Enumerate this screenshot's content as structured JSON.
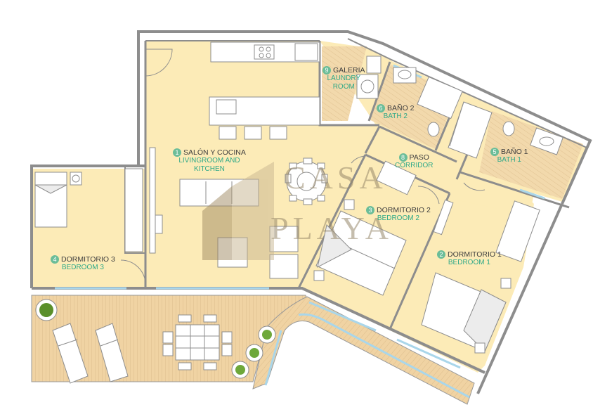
{
  "watermark": {
    "line1": "CASA",
    "line2": "PLAYA"
  },
  "rooms": [
    {
      "id": "salon",
      "num": "1",
      "es": "SALÓN Y COCINA",
      "en1": "LIVINGROOM AND",
      "en2": "KITCHEN"
    },
    {
      "id": "dorm1",
      "num": "2",
      "es": "DORMITORIO 1",
      "en1": "BEDROOM 1",
      "en2": ""
    },
    {
      "id": "dorm2",
      "num": "3",
      "es": "DORMITORIO 2",
      "en1": "BEDROOM 2",
      "en2": ""
    },
    {
      "id": "dorm3",
      "num": "4",
      "es": "DORMITORIO 3",
      "en1": "BEDROOM 3",
      "en2": ""
    },
    {
      "id": "bano1",
      "num": "5",
      "es": "BAÑO 1",
      "en1": "BATH 1",
      "en2": ""
    },
    {
      "id": "bano2",
      "num": "6",
      "es": "BAÑO 2",
      "en1": "BATH 2",
      "en2": ""
    },
    {
      "id": "paso",
      "num": "8",
      "es": "PASO",
      "en1": "CORRIDOR",
      "en2": ""
    },
    {
      "id": "galeria",
      "num": "9",
      "es": "GALERIA",
      "en1": "LAUNDRY",
      "en2": "ROOM"
    }
  ],
  "colors": {
    "floor": "#fcebb7",
    "wood": "#f0d3a3",
    "wall": "#9a9a9a",
    "accent": "#2fa988",
    "badge": "#6bbd98",
    "glass": "#a9d6ea",
    "plant": "#5a8f2a"
  }
}
